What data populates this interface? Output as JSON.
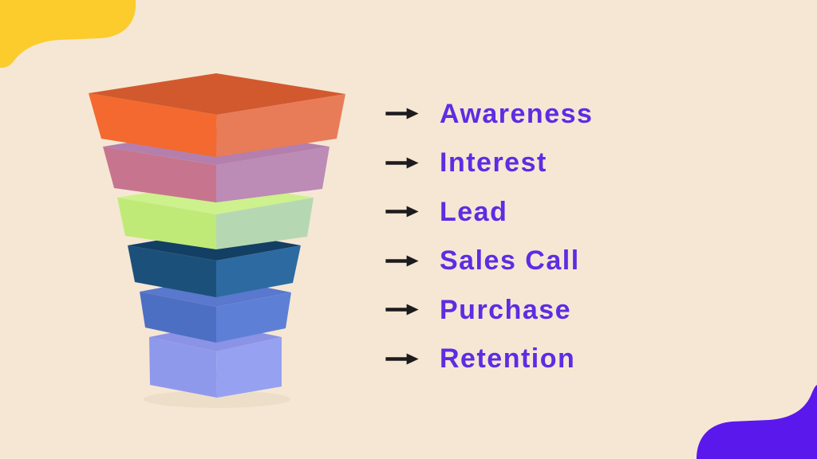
{
  "background_color": "#f5e7d4",
  "decor": {
    "yellow_blob_color": "#fbcc2b",
    "purple_blob_color": "#5a18ec"
  },
  "arrow_color": "#1d1b1e",
  "label_color": "#5d2ce3",
  "funnel": {
    "shadow_color": "rgba(120,90,60,0.18)"
  },
  "stages": [
    {
      "label": "Awareness",
      "faces": {
        "top": "#d2592e",
        "left": "#f3692f",
        "right": "#e87c59"
      }
    },
    {
      "label": "Interest",
      "faces": {
        "top": "#b47fad",
        "left": "#c7758e",
        "right": "#bc8bb6"
      }
    },
    {
      "label": "Lead",
      "faces": {
        "top": "#cdf18c",
        "left": "#c0ea77",
        "right": "#b5d8b3"
      }
    },
    {
      "label": "Sales Call",
      "faces": {
        "top": "#123f63",
        "left": "#1b507a",
        "right": "#2d6aa2"
      }
    },
    {
      "label": "Purchase",
      "faces": {
        "top": "#5a78cd",
        "left": "#4d6fc3",
        "right": "#5d80d6"
      }
    },
    {
      "label": "Retention",
      "faces": {
        "top": "#8b93e6",
        "left": "#8f99ec",
        "right": "#96a1f1"
      }
    }
  ]
}
